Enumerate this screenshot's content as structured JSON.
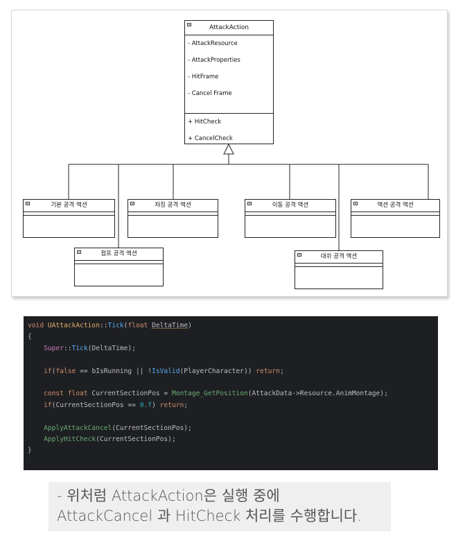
{
  "diagram": {
    "main_class": {
      "name": "AttackAction",
      "attributes": [
        "- AttackResource",
        "- AttackProperties",
        "- HitFrame",
        "- Cancel Frame"
      ],
      "operations": [
        "+ HitCheck",
        "+ CancelCheck"
      ]
    },
    "subclasses": [
      {
        "name": "기본 공격 액션"
      },
      {
        "name": "점프 공격 액션"
      },
      {
        "name": "차징 공격 액션"
      },
      {
        "name": "이동 공격 액션"
      },
      {
        "name": "대쉬 공격 액션"
      },
      {
        "name": "액션 공격 액션"
      }
    ]
  },
  "code": {
    "line1": {
      "a": "void",
      "b": " ",
      "c": "UAttackAction",
      "d": "::",
      "e": "Tick",
      "f": "(",
      "g": "float",
      "h": " ",
      "i": "DeltaTime",
      "j": ")"
    },
    "line2": "{",
    "line3": {
      "a": "    ",
      "b": "Super",
      "c": "::",
      "d": "Tick",
      "e": "(DeltaTime);"
    },
    "line4": "",
    "line5": {
      "a": "    ",
      "b": "if",
      "c": "(",
      "d": "false",
      "e": " == bIsRunning || !",
      "f": "IsValid",
      "g": "(PlayerCharacter)) ",
      "h": "return",
      "i": ";"
    },
    "line6": "",
    "line7": {
      "a": "    ",
      "b": "const float",
      "c": " CurrentSectionPos = ",
      "d": "Montage_GetPosition",
      "e": "(AttackData->Resource.AnimMontage);"
    },
    "line8": {
      "a": "    ",
      "b": "if",
      "c": "(CurrentSectionPos == ",
      "d": "0.f",
      "e": ") ",
      "f": "return",
      "g": ";"
    },
    "line9": "",
    "line10": {
      "a": "    ",
      "b": "ApplyAttackCancel",
      "c": "(CurrentSectionPos);"
    },
    "line11": {
      "a": "    ",
      "b": "ApplyHitCheck",
      "c": "(CurrentSectionPos);"
    },
    "line12": "}"
  },
  "caption": {
    "line1": "- 위처럼 AttackAction은 실행 중에",
    "line2": "AttackCancel 과 HitCheck 처리를 수행합니다."
  }
}
